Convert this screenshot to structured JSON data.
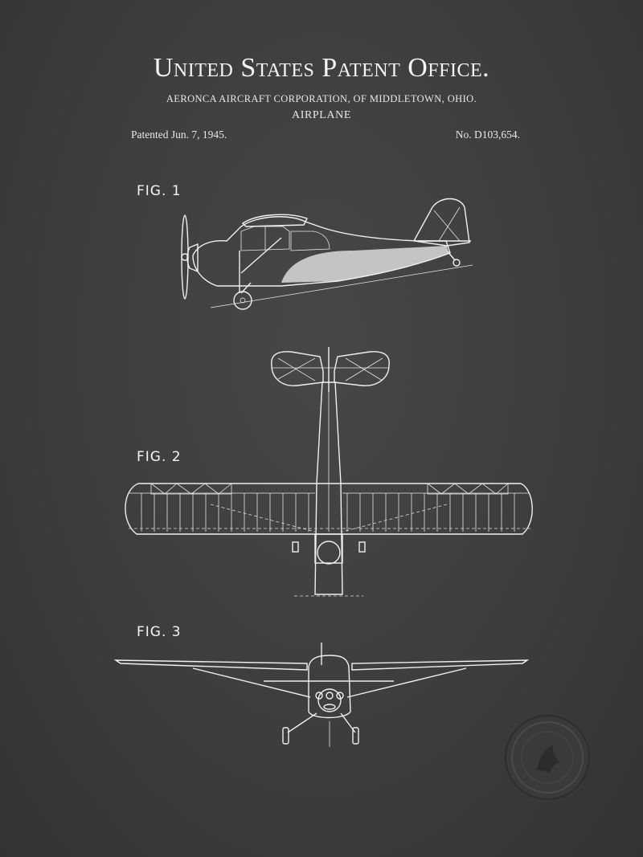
{
  "header": {
    "office": "United States Patent Office.",
    "assignee": "AERONCA AIRCRAFT CORPORATION, OF MIDDLETOWN, OHIO.",
    "subject": "AIRPLANE",
    "patented": "Patented  Jun. 7, 1945.",
    "number": "No. D103,654."
  },
  "figures": {
    "fig1": "FIG. 1",
    "fig2": "FIG. 2",
    "fig3": "FIG. 3"
  },
  "colors": {
    "background": "#3d3d3d",
    "ink": "#f0f0f0",
    "fuselage_fill": "#c4c4c4"
  },
  "seal": {
    "description_icon": "seal-icon"
  }
}
